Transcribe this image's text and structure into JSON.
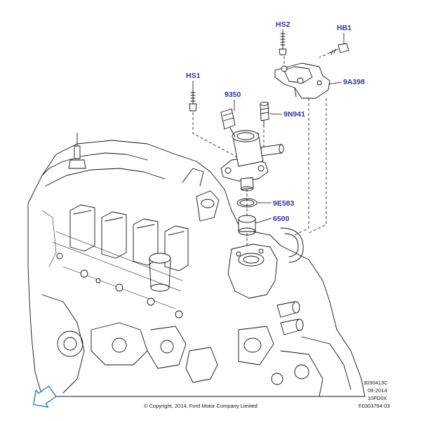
{
  "parts": {
    "hs2": "HS2",
    "hb1": "HB1",
    "hs1": "HS1",
    "bracket": "9A398",
    "pump": "9350",
    "sensor": "9N941",
    "seal": "9E583",
    "follower": "6500"
  },
  "reference": {
    "line1": "3030413C",
    "line2": "09-2014",
    "line3": "10FD0X",
    "line4": "F0303794-03"
  },
  "copyright": "© Copyright, 2014, Ford Motor Company Limited",
  "colors": {
    "label": "#3333aa",
    "line": "#111111",
    "arrow": "#3a7ab8"
  },
  "icons": {
    "view_direction": "view-direction-arrow-icon"
  }
}
